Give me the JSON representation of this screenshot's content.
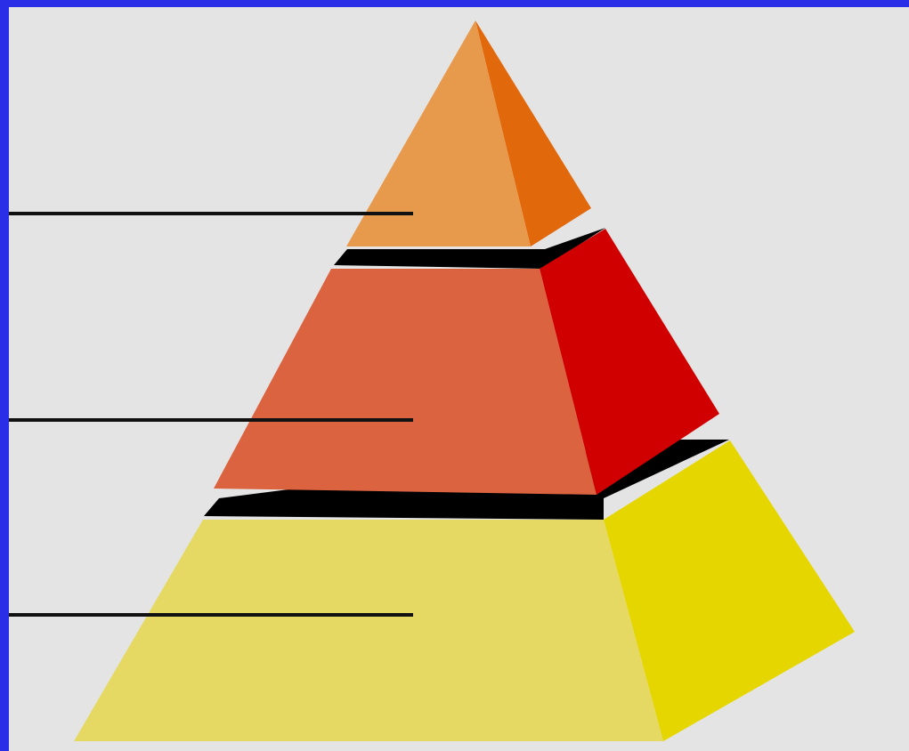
{
  "diagram": {
    "type": "pyramid",
    "tiers": [
      {
        "position": "top",
        "front_color": "#e89a4c",
        "side_color": "#e2680c"
      },
      {
        "position": "middle",
        "front_color": "#dc6340",
        "side_color": "#d10000"
      },
      {
        "position": "bottom",
        "front_color": "#e5d964",
        "side_color": "#e6d600"
      }
    ],
    "separator_color": "#000000",
    "leader_line_color": "#111111",
    "background_color": "#e4e4e4",
    "frame_color": "#2a2ee6"
  }
}
